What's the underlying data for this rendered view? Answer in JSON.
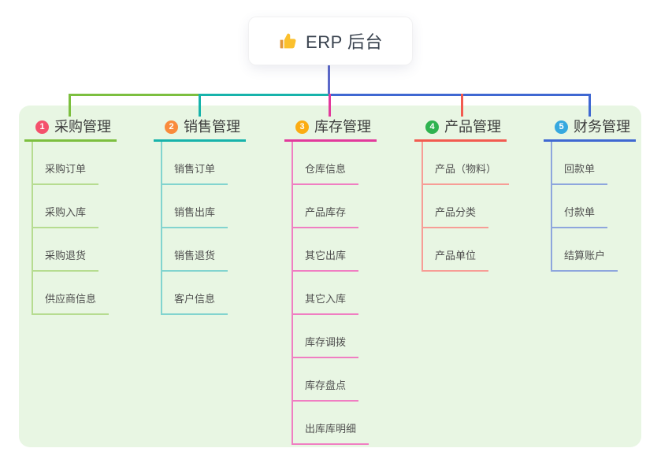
{
  "canvas": {
    "background": "#ffffff",
    "panel_bg": "#e8f6e3"
  },
  "root": {
    "label": "ERP 后台",
    "icon": "thumbs-up-icon",
    "icon_color": "#fbc02d",
    "icon_cuff_color": "#e2973a",
    "line_color": "#5b68c9"
  },
  "branches": [
    {
      "index": "1",
      "title": "采购管理",
      "badge_color": "#f4516c",
      "line_color": "#7cbf3f",
      "child_line_color": "#b6dc90",
      "children": [
        "采购订单",
        "采购入库",
        "采购退货",
        "供应商信息"
      ]
    },
    {
      "index": "2",
      "title": "销售管理",
      "badge_color": "#f98b3c",
      "line_color": "#17b3ab",
      "child_line_color": "#82d4cf",
      "children": [
        "销售订单",
        "销售出库",
        "销售退货",
        "客户信息"
      ]
    },
    {
      "index": "3",
      "title": "库存管理",
      "badge_color": "#fbac12",
      "line_color": "#e23a9c",
      "child_line_color": "#f07ec2",
      "children": [
        "仓库信息",
        "产品库存",
        "其它出库",
        "其它入库",
        "库存调拨",
        "库存盘点",
        "出库库明细"
      ]
    },
    {
      "index": "4",
      "title": "产品管理",
      "badge_color": "#2fb350",
      "line_color": "#f25b50",
      "child_line_color": "#f79d96",
      "children": [
        "产品（物料）",
        "产品分类",
        "产品单位"
      ]
    },
    {
      "index": "5",
      "title": "财务管理",
      "badge_color": "#36a8df",
      "line_color": "#3f68d2",
      "child_line_color": "#8ea6dd",
      "children": [
        "回款单",
        "付款单",
        "结算账户"
      ]
    }
  ]
}
